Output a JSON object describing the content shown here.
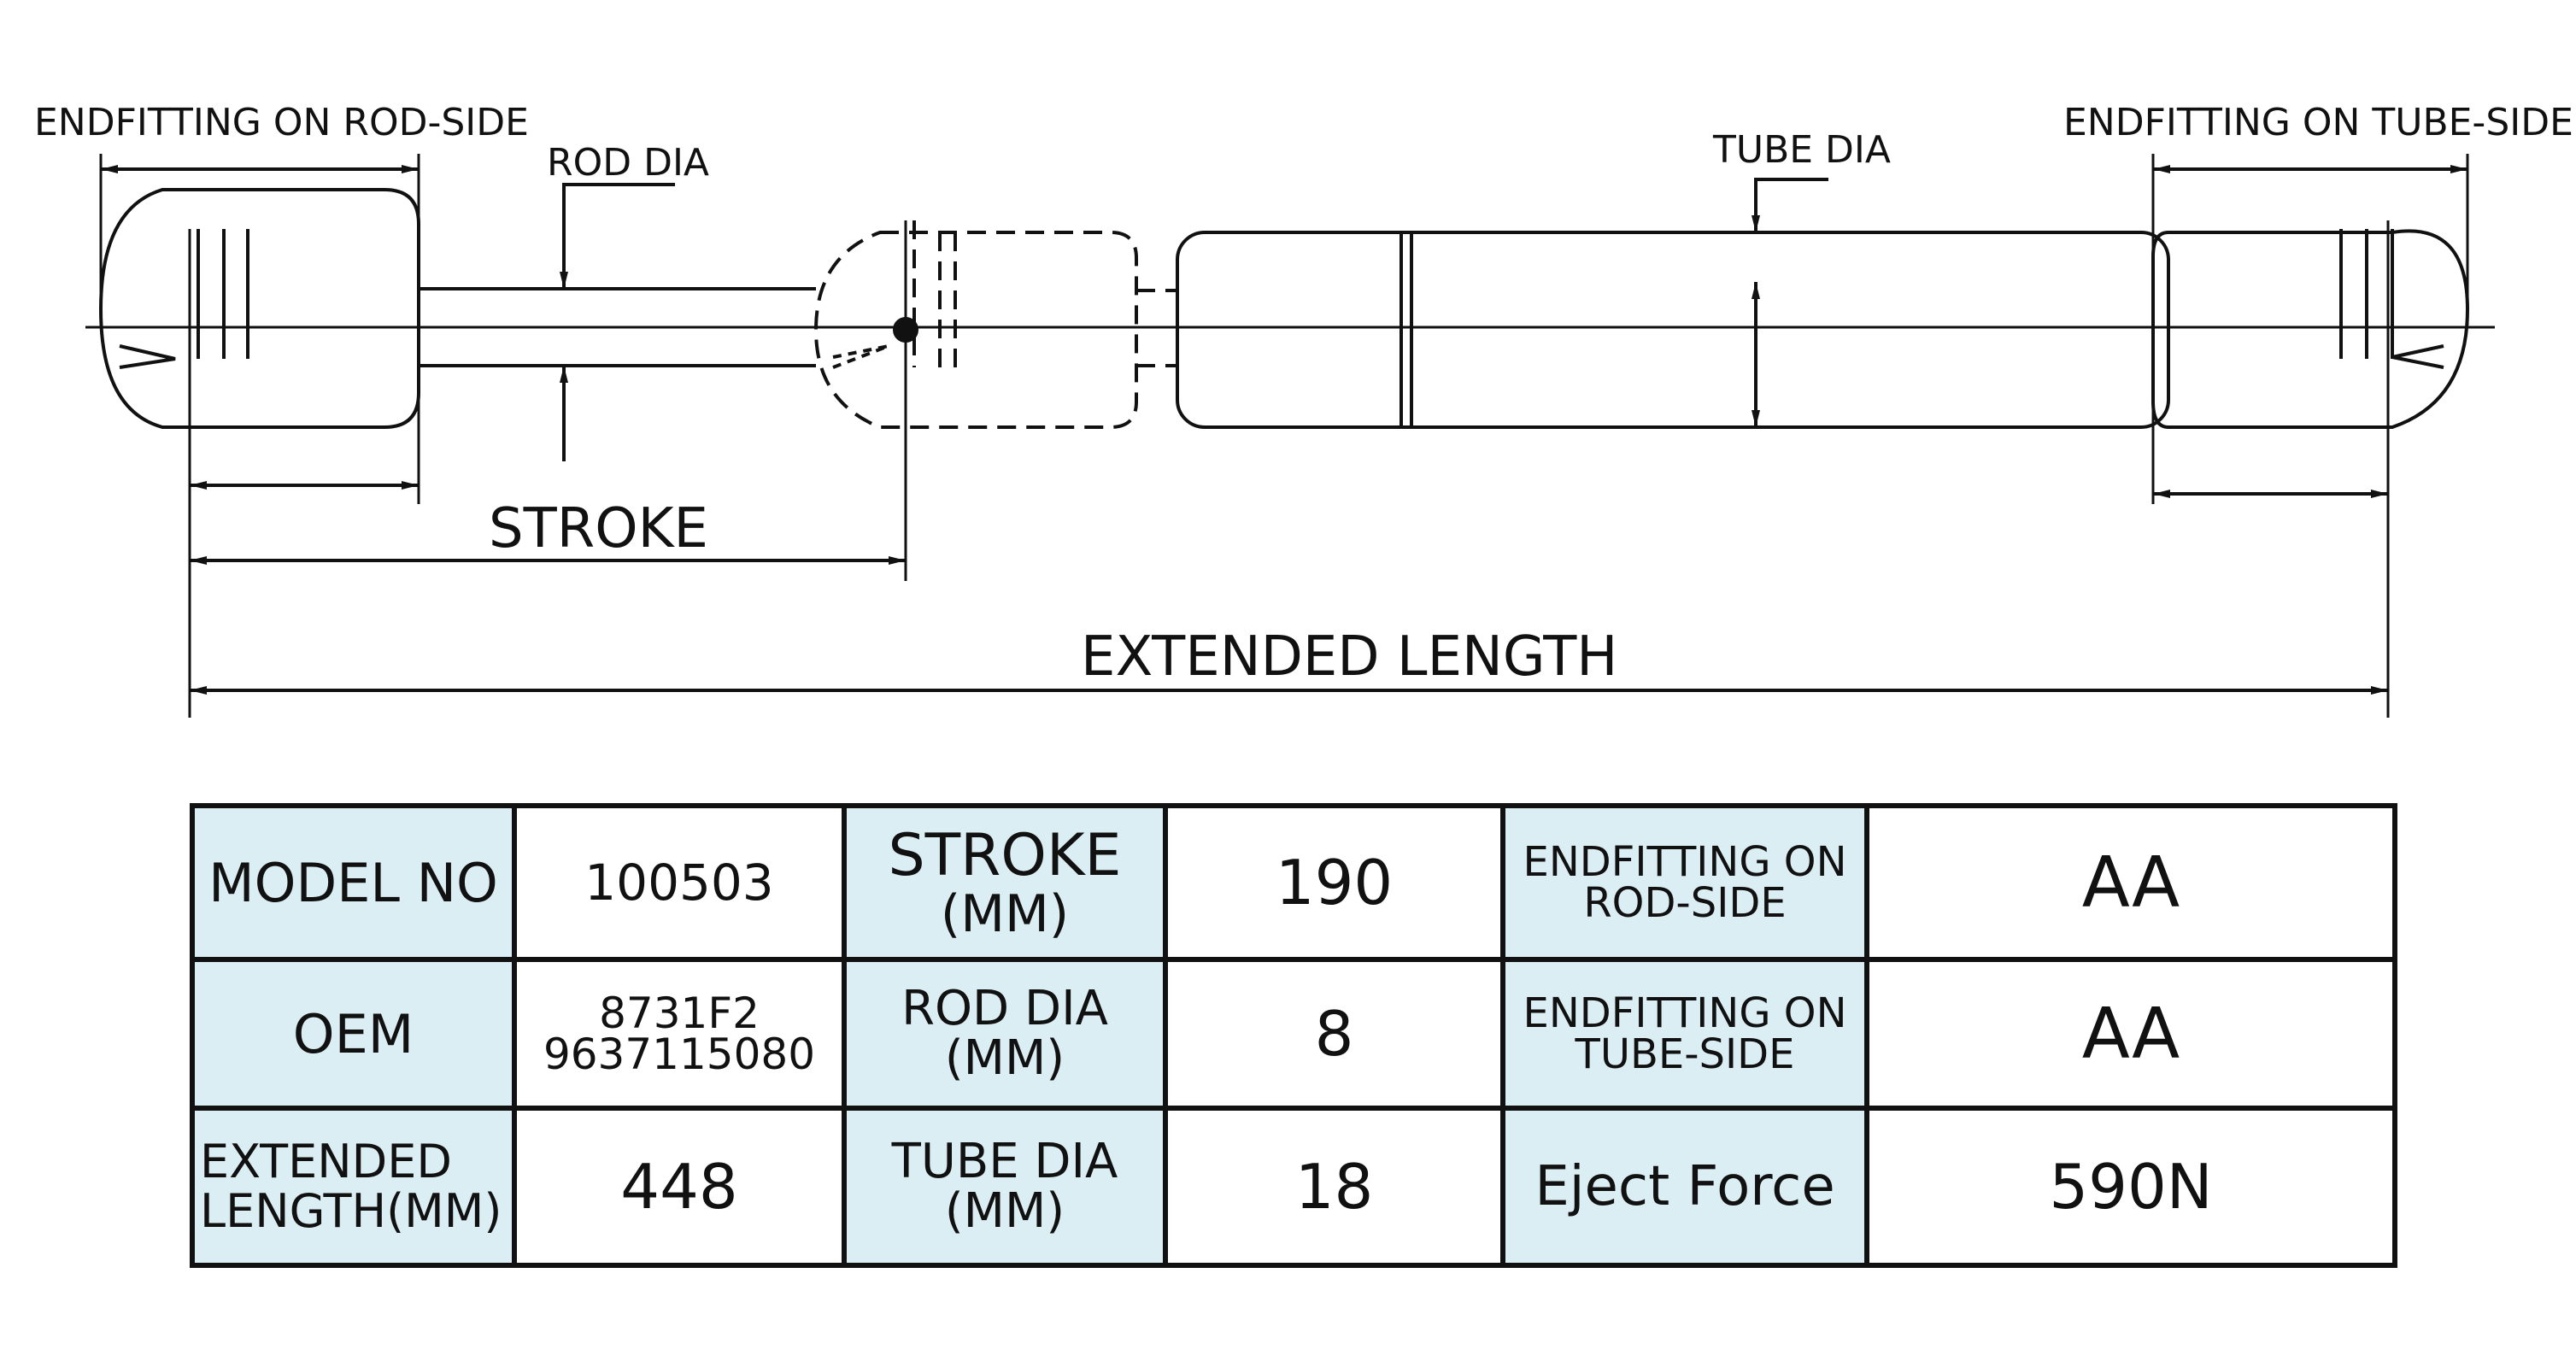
{
  "drawing": {
    "labels": {
      "endfitting_rod": "ENDFITTING ON ROD-SIDE",
      "rod_dia": "ROD DIA",
      "tube_dia": "TUBE DIA",
      "endfitting_tube": "ENDFITTING ON TUBE-SIDE",
      "stroke": "STROKE",
      "extended_length": "EXTENDED LENGTH"
    }
  },
  "spec_table": {
    "row1": {
      "model_label": "MODEL NO",
      "model_value": "100503",
      "stroke_label_1": "STROKE",
      "stroke_label_2": "(MM)",
      "stroke_value": "190",
      "end_rod_label_1": "ENDFITTING ON",
      "end_rod_label_2": "ROD-SIDE",
      "end_rod_value": "AA"
    },
    "row2": {
      "oem_label": "OEM",
      "oem_value_1": "8731F2",
      "oem_value_2": "9637115080",
      "rod_dia_label_1": "ROD DIA",
      "rod_dia_label_2": "(MM)",
      "rod_dia_value": "8",
      "end_tube_label_1": "ENDFITTING ON",
      "end_tube_label_2": "TUBE-SIDE",
      "end_tube_value": "AA"
    },
    "row3": {
      "ext_label_1": "EXTENDED",
      "ext_label_2": "LENGTH(MM)",
      "ext_value": "448",
      "tube_dia_label_1": "TUBE DIA",
      "tube_dia_label_2": "(MM)",
      "tube_dia_value": "18",
      "eject_label": "Eject Force",
      "eject_value": "590N"
    }
  },
  "colors": {
    "label_cell_bg": "#dbeef4",
    "line": "#111111"
  }
}
